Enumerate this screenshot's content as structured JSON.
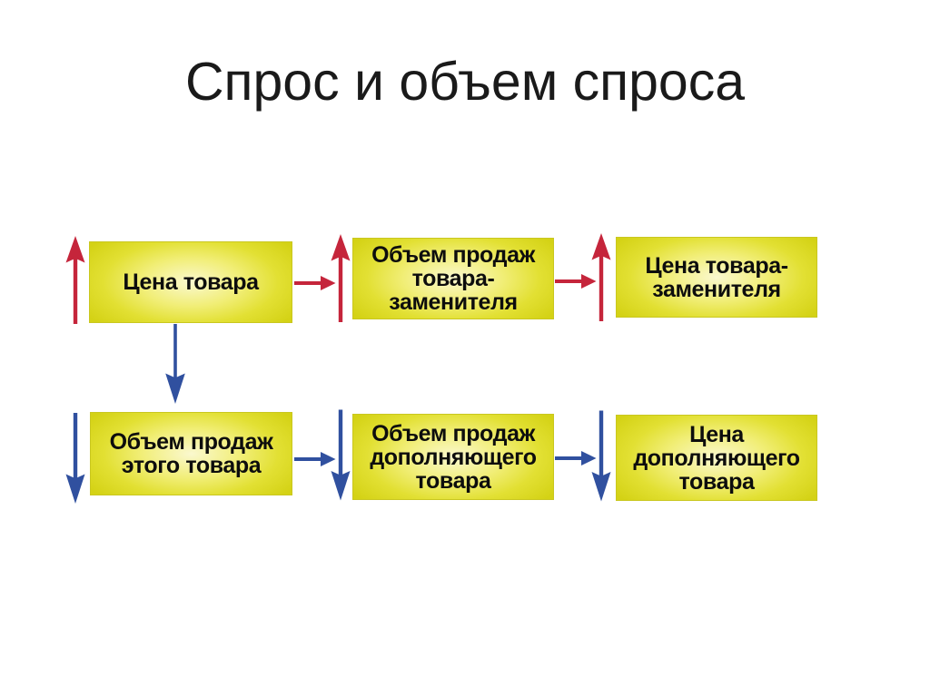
{
  "title": "Спрос и объем спроса",
  "colors": {
    "background": "#ffffff",
    "title_text": "#1a1a1a",
    "box_text": "#0d0d0d",
    "box_fill_center": "#faf8cf",
    "box_fill_edge": "#d4d215",
    "increase_arrow_red": "#c5253b",
    "decrease_arrow_blue": "#30509f"
  },
  "diagram": {
    "boxes": [
      {
        "name": "price-of-product",
        "row": "top",
        "lines": [
          "Цена товара"
        ]
      },
      {
        "name": "sales-volume-of-substitute",
        "row": "top",
        "lines": [
          "Объем продаж",
          "товара-",
          "заменителя"
        ]
      },
      {
        "name": "price-of-substitute",
        "row": "top",
        "lines": [
          "Цена товара-",
          "заменителя"
        ]
      },
      {
        "name": "sales-volume-of-this-product",
        "row": "bottom",
        "lines": [
          "Объем продаж",
          "этого товара"
        ]
      },
      {
        "name": "sales-volume-of-complement",
        "row": "bottom",
        "lines": [
          "Объем продаж",
          "дополняющего",
          "товара"
        ]
      },
      {
        "name": "price-of-complement",
        "row": "bottom",
        "lines": [
          "Цена",
          "дополняющего",
          "товара"
        ]
      }
    ]
  }
}
